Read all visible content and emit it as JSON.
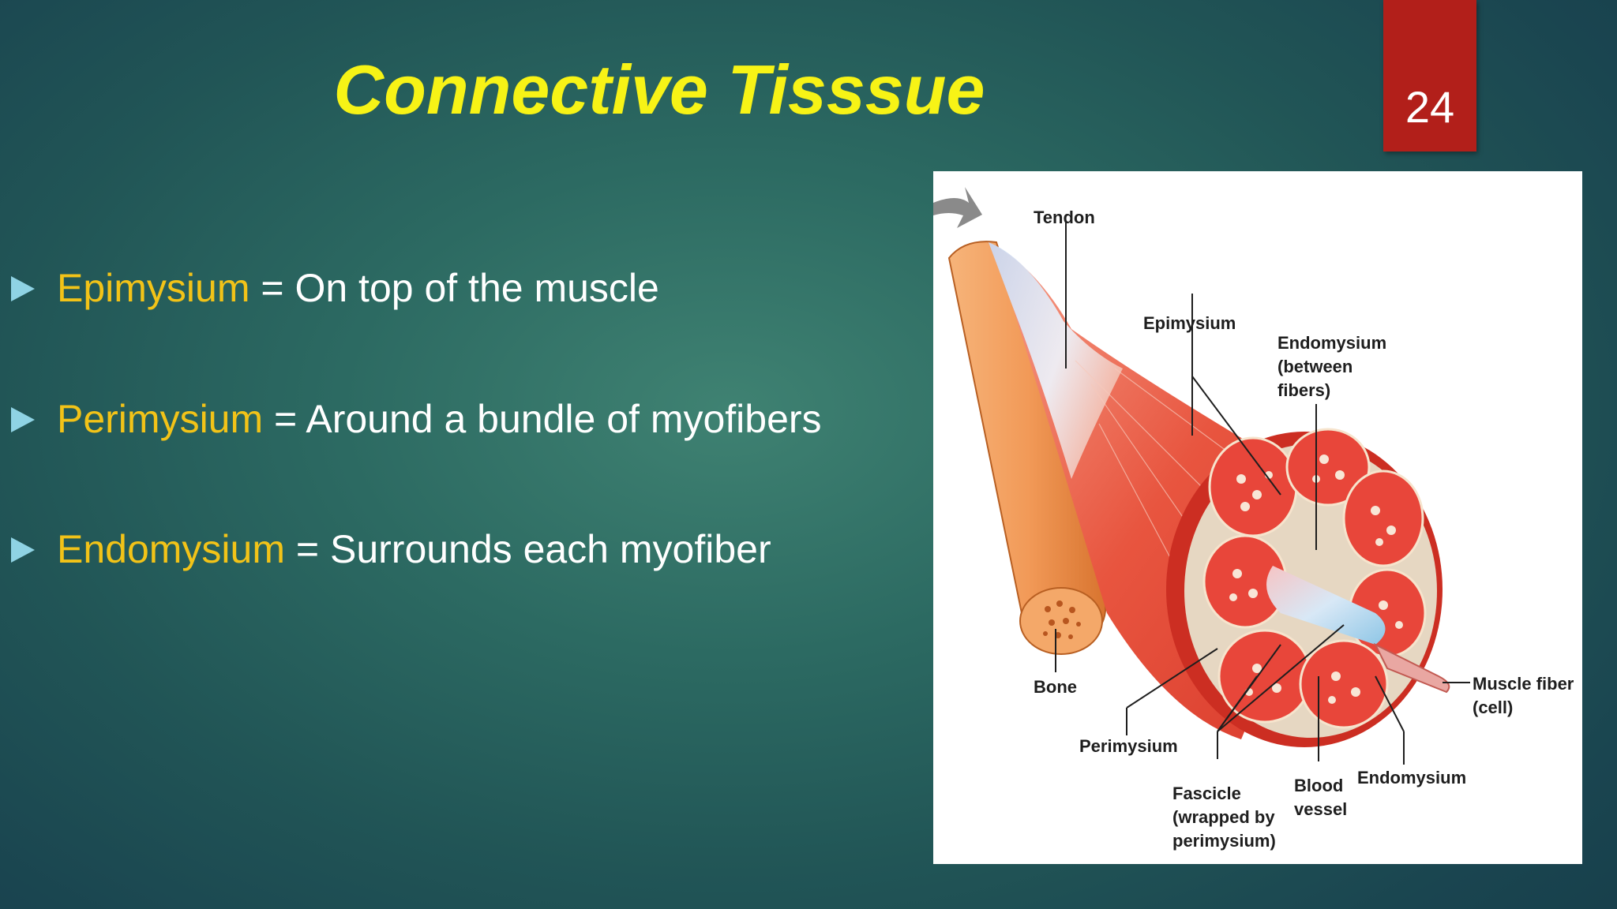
{
  "slide": {
    "title": "Connective Tisssue",
    "page_number": "24"
  },
  "bullets": [
    {
      "term": "Epimysium",
      "rest": " = On top of the muscle"
    },
    {
      "term": "Perimysium",
      "rest": " = Around a bundle of myofibers"
    },
    {
      "term": "Endomysium",
      "rest": " = Surrounds each myofiber"
    }
  ],
  "figure": {
    "labels": {
      "tendon": "Tendon",
      "epimysium": "Epimysium",
      "endomysium_between": [
        "Endomysium",
        "(between",
        "fibers)"
      ],
      "bone": "Bone",
      "perimysium": "Perimysium",
      "fascicle": [
        "Fascicle",
        "(wrapped by",
        "perimysium)"
      ],
      "blood_vessel": [
        "Blood",
        "vessel"
      ],
      "endomysium": "Endomysium",
      "muscle_fiber": [
        "Muscle fiber",
        "(cell)"
      ]
    }
  },
  "colors": {
    "title": "#f7f316",
    "term": "#f2c318",
    "bullet_marker": "#8fd3e4",
    "page_box": "#b21f1a"
  }
}
